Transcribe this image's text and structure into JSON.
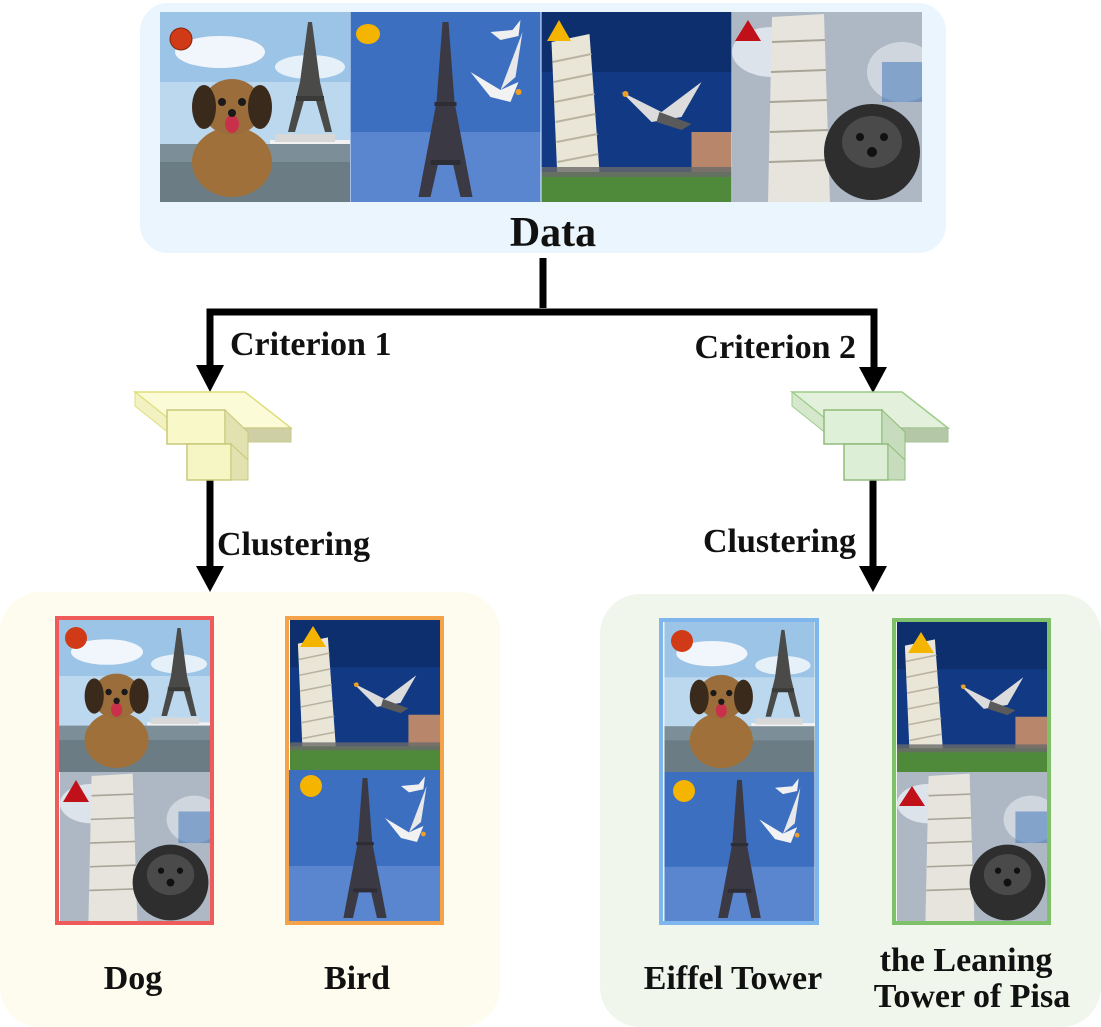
{
  "title": "Data",
  "branches": [
    {
      "criterion": "Criterion 1",
      "action": "Clustering",
      "clusters": [
        {
          "label": "Dog",
          "color": "#ef5b5b",
          "images": [
            {
              "scene": "eiffel-dog",
              "marker": "circle",
              "marker_color": "#d13a16"
            },
            {
              "scene": "pisa-dog",
              "marker": "triangle",
              "marker_color": "#c0101a"
            }
          ]
        },
        {
          "label": "Bird",
          "color": "#f4a349",
          "images": [
            {
              "scene": "pisa-bird",
              "marker": "triangle",
              "marker_color": "#f5b400"
            },
            {
              "scene": "eiffel-bird",
              "marker": "circle",
              "marker_color": "#f5b400"
            }
          ]
        }
      ]
    },
    {
      "criterion": "Criterion 2",
      "action": "Clustering",
      "clusters": [
        {
          "label": "Eiffel Tower",
          "color": "#7fb6ee",
          "images": [
            {
              "scene": "eiffel-dog",
              "marker": "circle",
              "marker_color": "#d13a16"
            },
            {
              "scene": "eiffel-bird",
              "marker": "circle",
              "marker_color": "#f5b400"
            }
          ]
        },
        {
          "label_lines": [
            "the Leaning",
            "Tower of Pisa"
          ],
          "color": "#7fc06a",
          "images": [
            {
              "scene": "pisa-bird",
              "marker": "triangle",
              "marker_color": "#f5b400"
            },
            {
              "scene": "pisa-dog",
              "marker": "triangle",
              "marker_color": "#c0101a"
            }
          ]
        }
      ]
    }
  ],
  "data_images": [
    {
      "scene": "eiffel-dog",
      "marker": "circle",
      "marker_color": "#d13a16"
    },
    {
      "scene": "eiffel-bird",
      "marker": "circle",
      "marker_color": "#f5b400"
    },
    {
      "scene": "pisa-bird",
      "marker": "triangle",
      "marker_color": "#f5b400"
    },
    {
      "scene": "pisa-dog",
      "marker": "triangle",
      "marker_color": "#c0101a"
    }
  ],
  "colors": {
    "data_panel": "#ebf5fd",
    "left_panel": "#fdfcee",
    "right_panel": "#f0f6ec",
    "encoder1": "#f8f8c8",
    "encoder2": "#dff0d8"
  }
}
